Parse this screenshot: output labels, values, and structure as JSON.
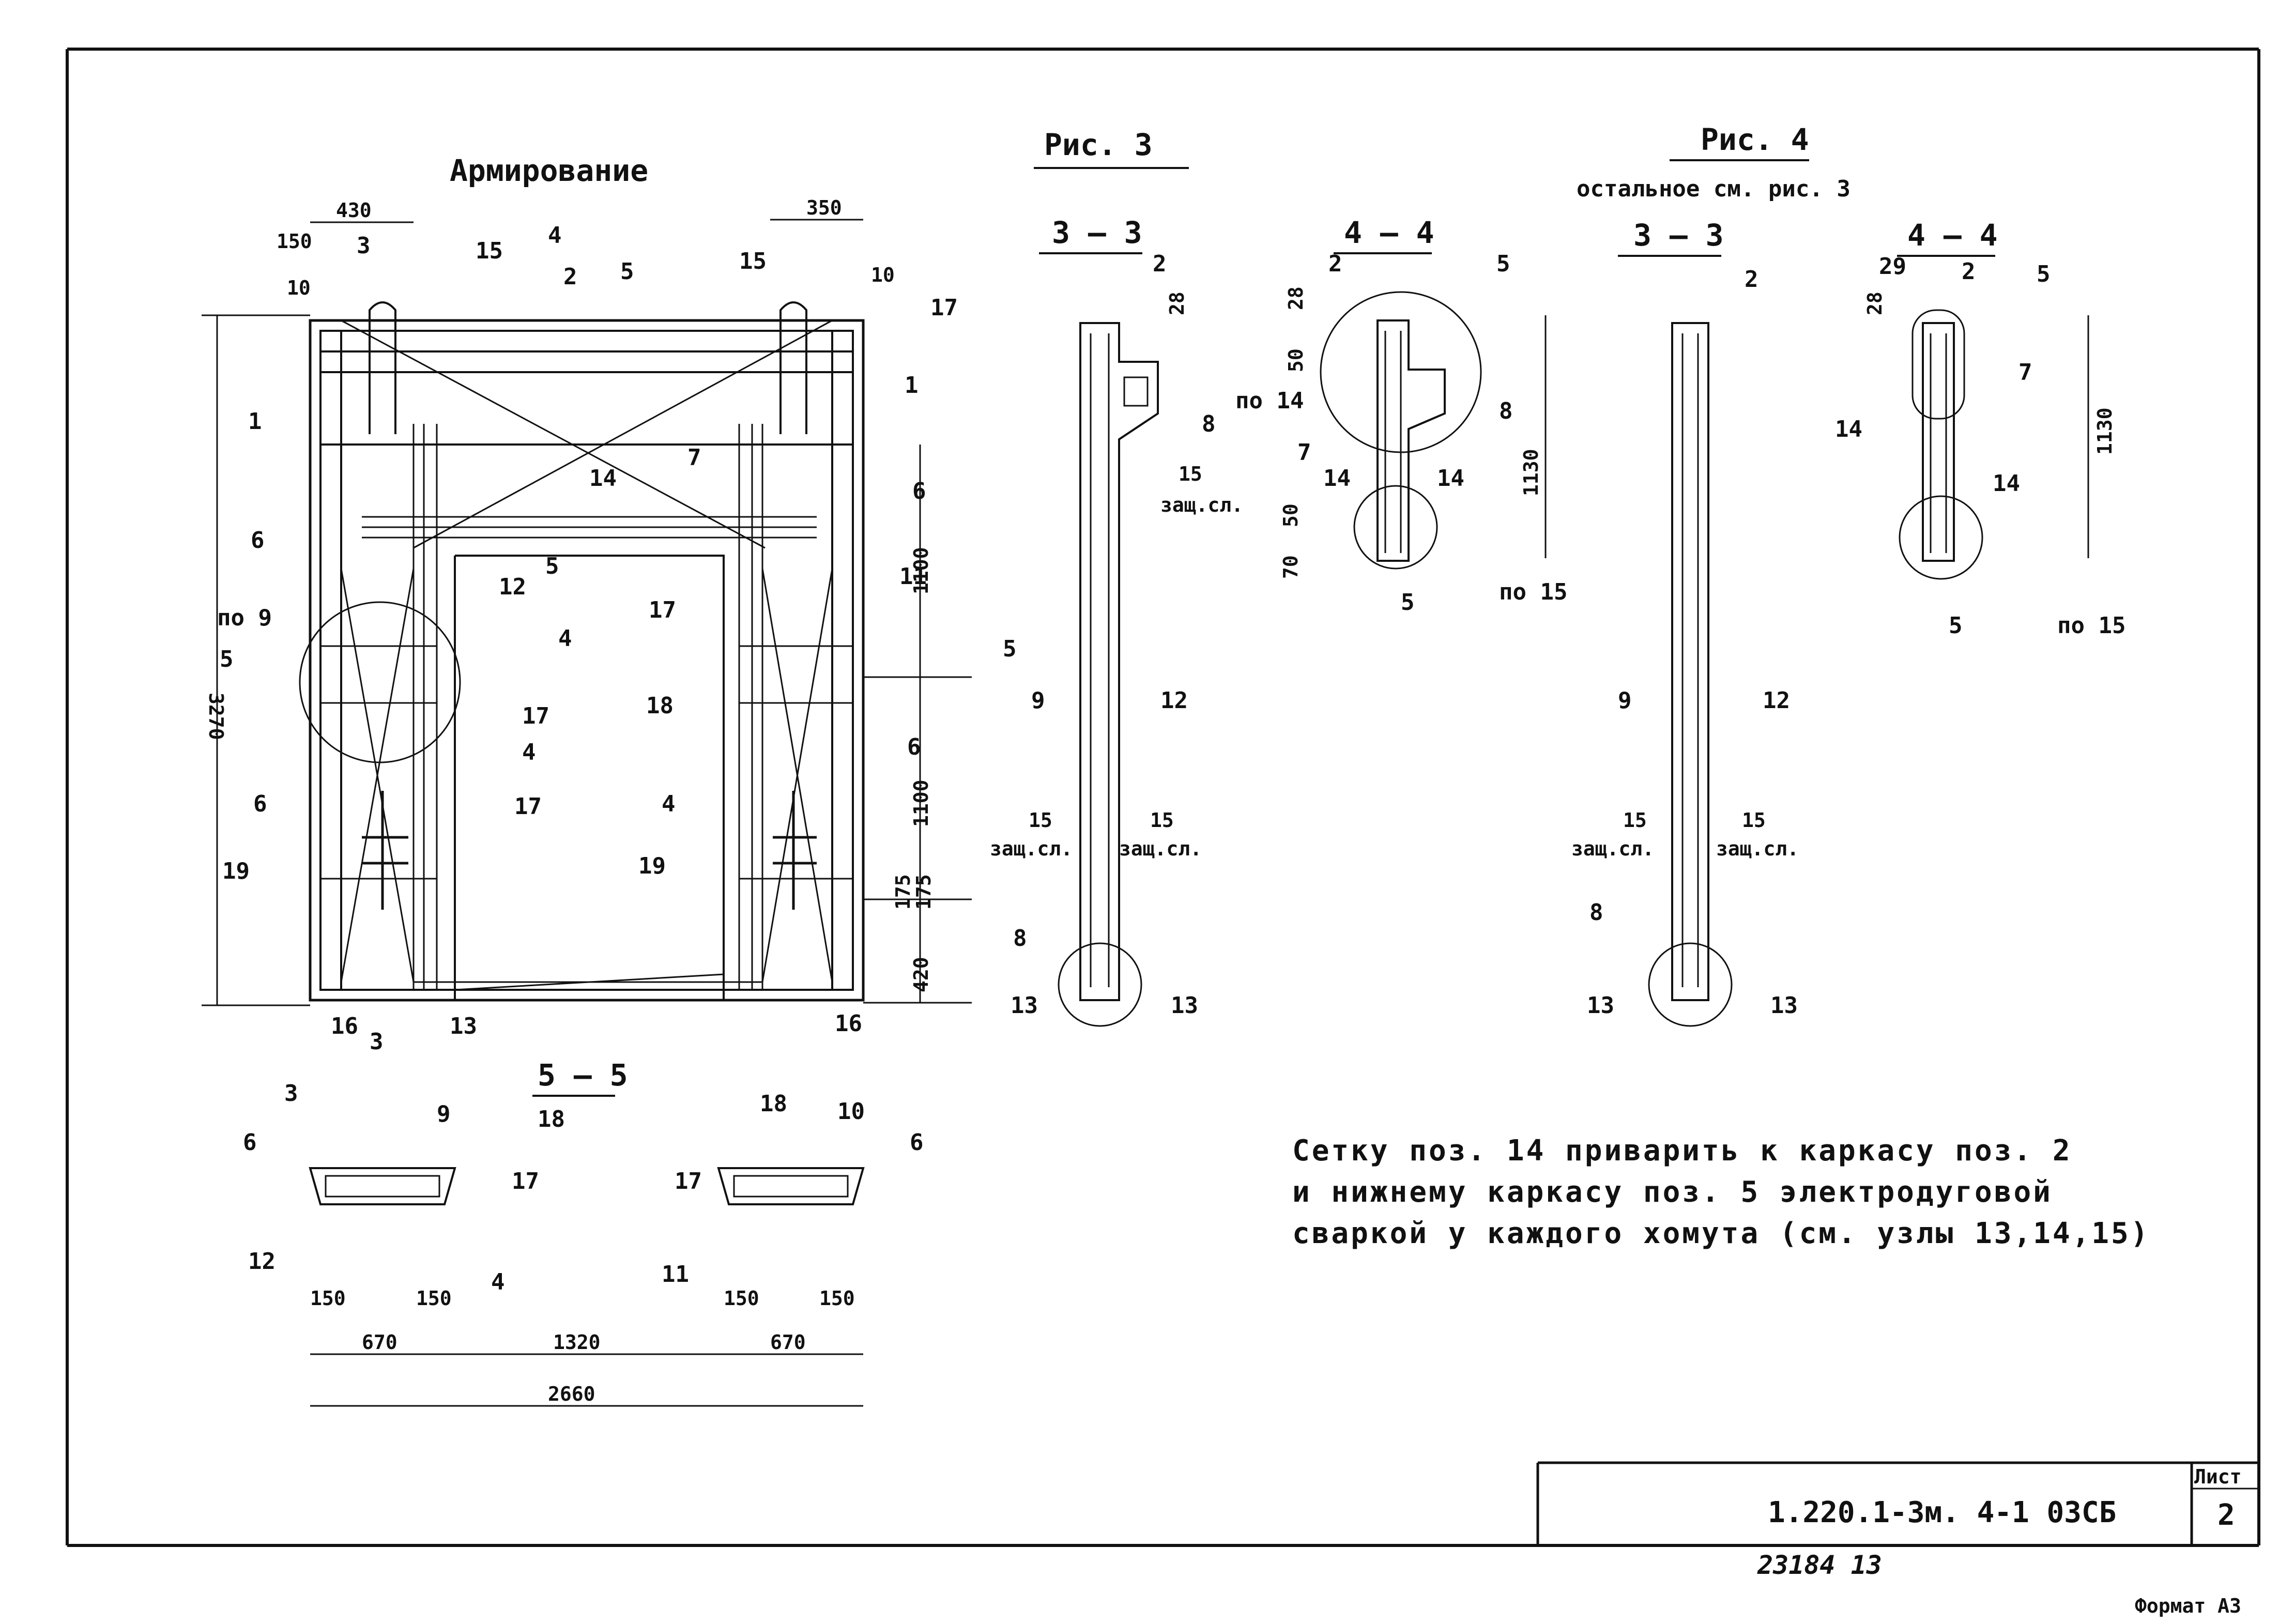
{
  "titles": {
    "armirovanie": "Армирование",
    "fig3": "Рис. 3",
    "fig4": "Рис. 4",
    "fig4_sub": "остальное см.  рис. 3"
  },
  "sections": {
    "s33a": "3 — 3",
    "s44a": "4 — 4",
    "s33b": "3 — 3",
    "s44b": "4 — 4",
    "s55": "5 — 5"
  },
  "dims": {
    "d430": "430",
    "d350": "350",
    "d150": "150",
    "d10a": "10",
    "d10b": "10",
    "d3270": "3270",
    "d1100a": "1100",
    "d1100b": "1100",
    "d175a": "175",
    "d175b": "175",
    "d420": "420",
    "d28a": "28",
    "d28b": "28",
    "d28c": "28",
    "d1130a": "1130",
    "d1130b": "1130",
    "d50a": "50",
    "d50b": "50",
    "d70": "70",
    "d670a": "670",
    "d1320": "1320",
    "d670b": "670",
    "d2660": "2660",
    "d150b": "150",
    "d150c": "150",
    "d150d": "150",
    "d150e": "150"
  },
  "labels": {
    "p1": "1",
    "p2": "2",
    "p3": "3",
    "p4": "4",
    "p5": "5",
    "p6": "6",
    "p7": "7",
    "p8": "8",
    "p9": "9",
    "p10": "10",
    "p11": "11",
    "p12": "12",
    "p13": "13",
    "p14": "14",
    "p15": "15",
    "p16": "16",
    "p17": "17",
    "p18": "18",
    "p19": "19",
    "p29": "29",
    "po9": "по 9",
    "po14": "по 14",
    "po15": "по 15",
    "zash": "защ.сл.",
    "zash15": "15"
  },
  "note": {
    "line1": "Сетку поз. 14 приварить к каркасу  поз. 2",
    "line2": "и нижнему каркасу поз. 5  электродуговой",
    "line3": "сваркой  у каждого  хомута (см. узлы 13,14,15)"
  },
  "stamp": {
    "code": "1.220.1-3м. 4-1  03СБ",
    "sheet_label": "Лист",
    "sheet_no": "2",
    "inv": "23184   13",
    "format": "Формат А3"
  }
}
